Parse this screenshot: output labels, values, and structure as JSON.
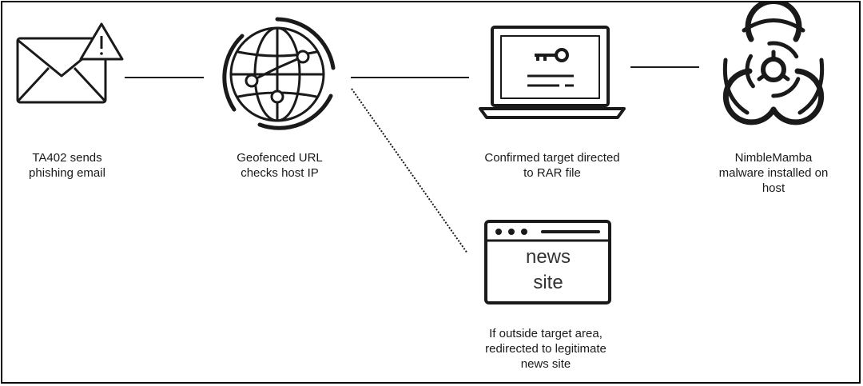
{
  "steps": {
    "email": {
      "caption": "TA402 sends\nphishing email",
      "icon": "envelope-warning-icon"
    },
    "geofence": {
      "caption": "Geofenced URL\nchecks host IP",
      "icon": "globe-network-icon"
    },
    "rar": {
      "caption": "Confirmed target directed\nto RAR file",
      "icon": "laptop-key-icon"
    },
    "malware": {
      "caption": "NimbleMamba\nmalware installed on\nhost",
      "icon": "biohazard-icon"
    },
    "news": {
      "caption": "If outside target area,\nredirected to legitimate\nnews site",
      "icon": "browser-window-icon",
      "window_line1": "news",
      "window_line2": "site"
    }
  },
  "colors": {
    "stroke": "#1a1a1a",
    "background": "#ffffff"
  }
}
